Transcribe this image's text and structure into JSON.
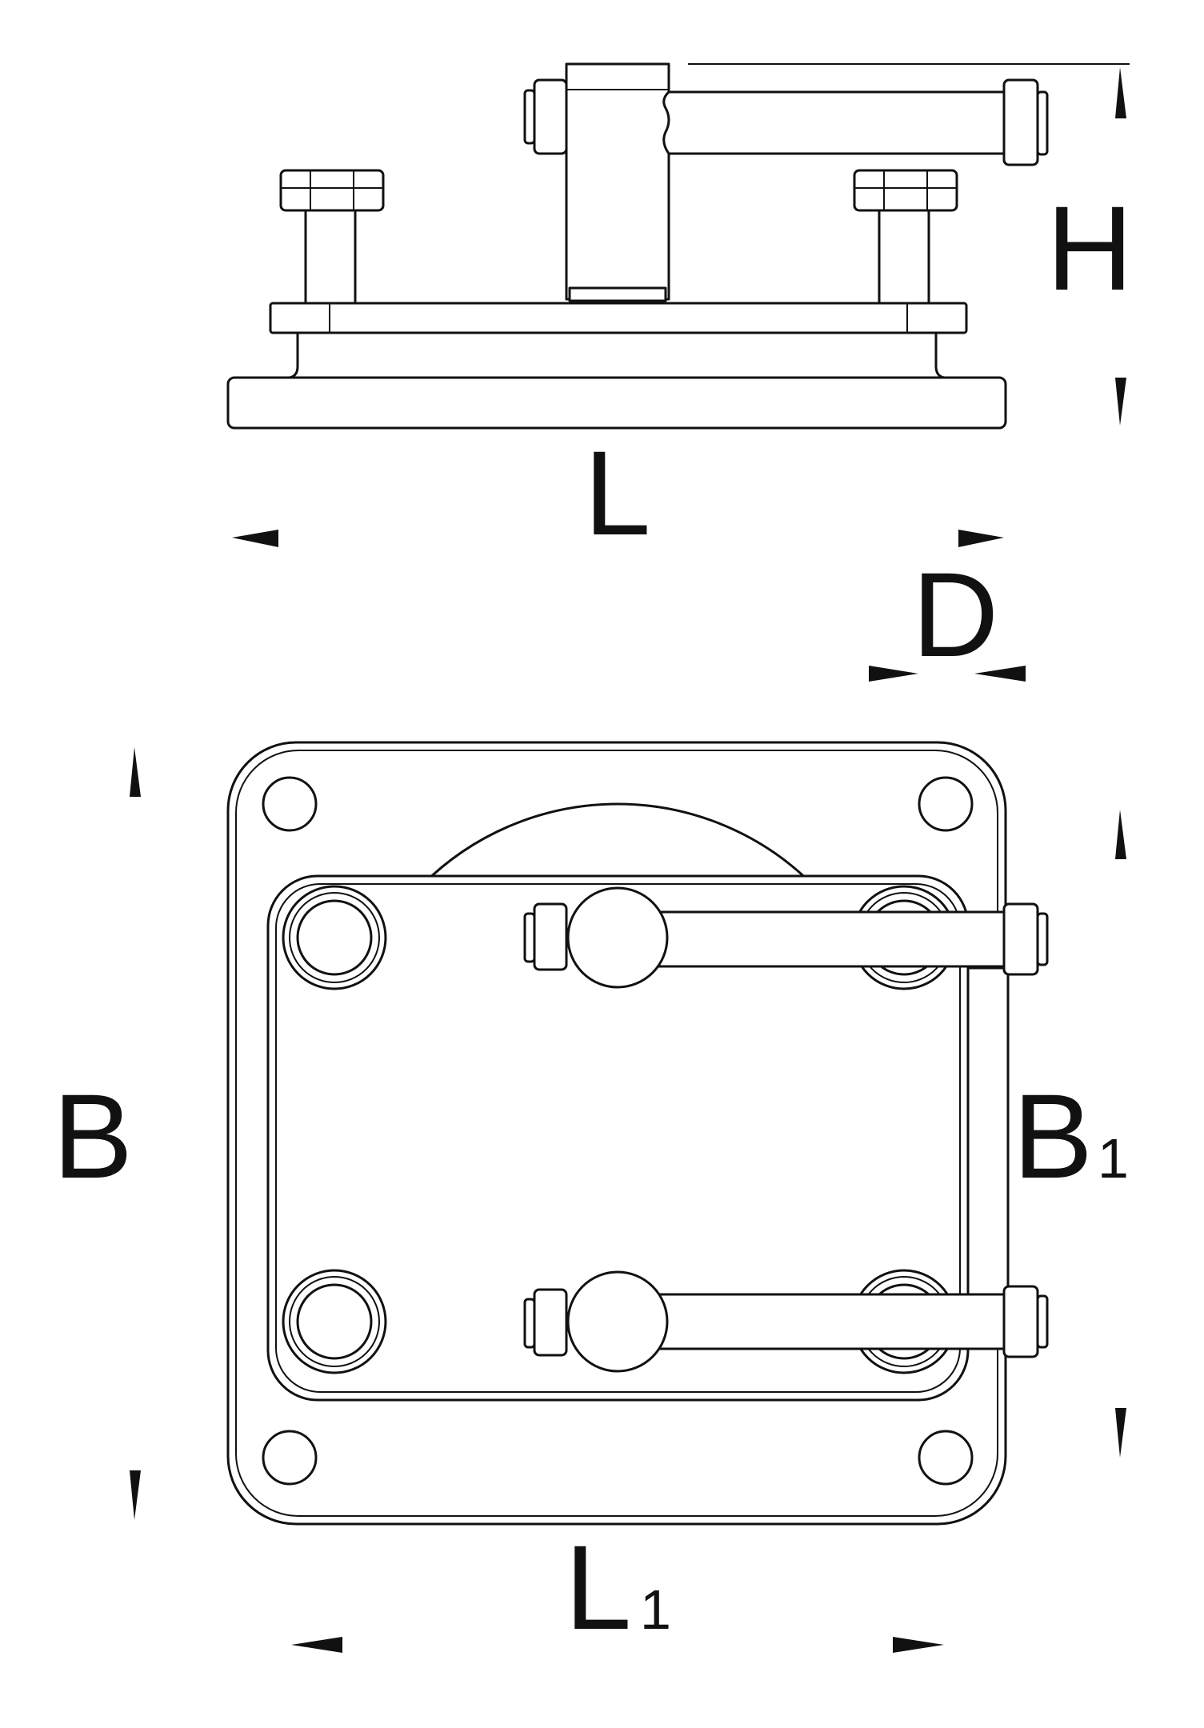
{
  "labels": {
    "height": "H",
    "length": "L",
    "diameter": "D",
    "width": "B",
    "width_inner": "B",
    "width_inner_sub": "1",
    "length_inner": "L",
    "length_inner_sub": "1"
  },
  "colors": {
    "line": "#111111",
    "background": "#ffffff"
  }
}
